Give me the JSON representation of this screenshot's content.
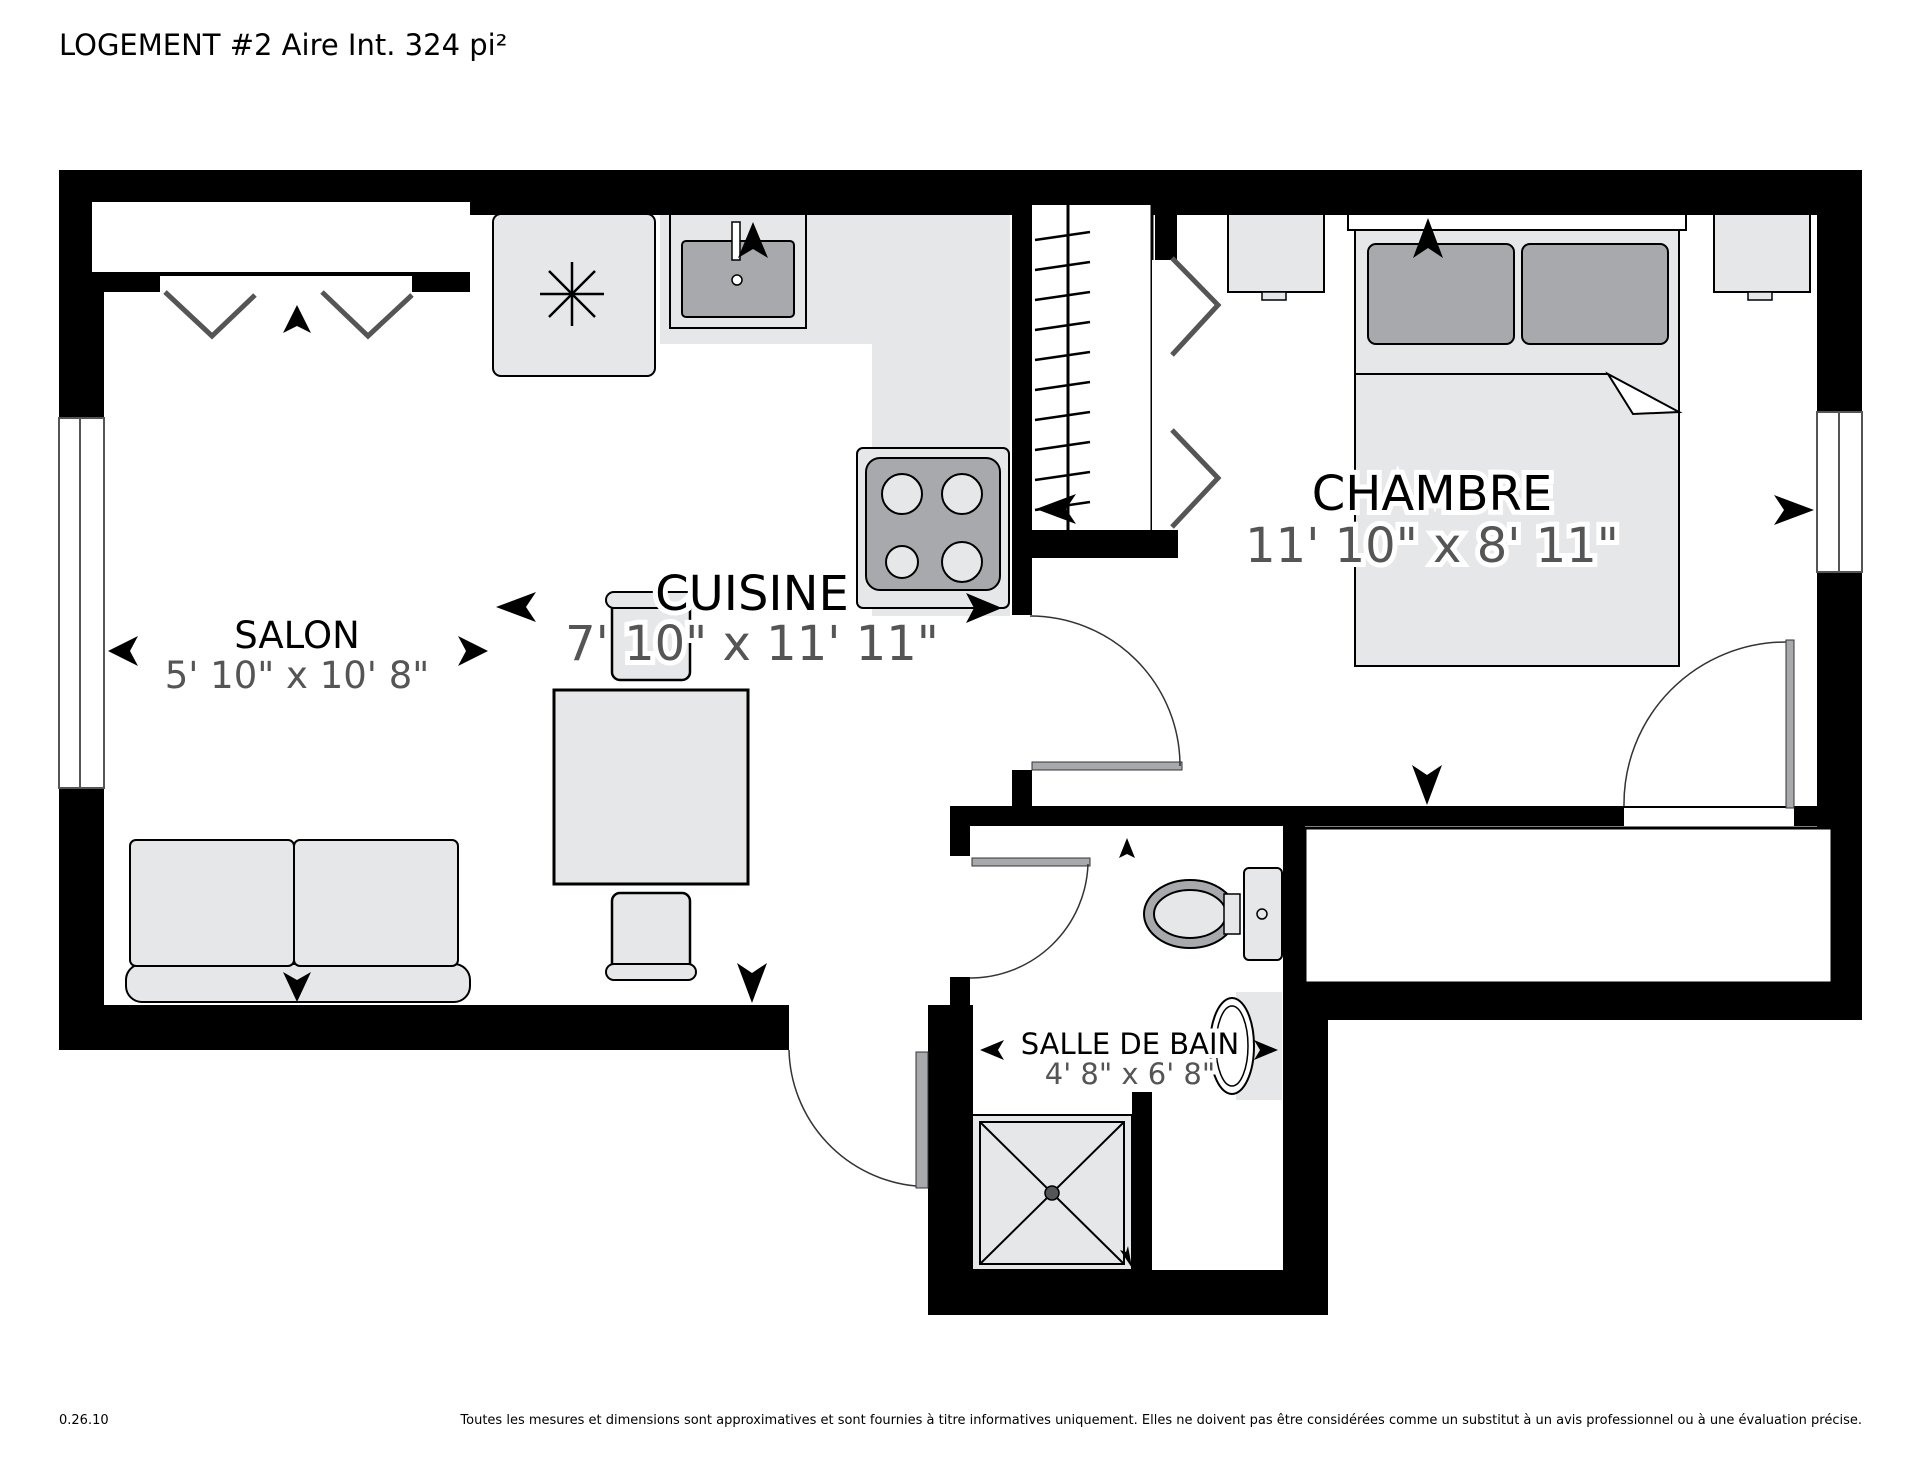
{
  "header": {
    "title": "LOGEMENT #2 Aire Int. 324 pi²"
  },
  "rooms": [
    {
      "id": "salon",
      "name": "SALON",
      "dims": "5' 10\" x 10' 8\""
    },
    {
      "id": "cuisine",
      "name": "CUISINE",
      "dims": "7' 10\" x 11' 11\""
    },
    {
      "id": "chambre",
      "name": "CHAMBRE",
      "dims": "11' 10\" x 8' 11\""
    },
    {
      "id": "salle-de-bain",
      "name": "SALLE DE BAIN",
      "dims": "4' 8\" x 6' 8\""
    }
  ],
  "footer": {
    "version": "0.26.10",
    "disclaimer": "Toutes les mesures et dimensions sont approximatives et sont fournies à titre informatives uniquement. Elles ne doivent pas être considérées comme un substitut à un avis professionnel ou à une évaluation précise."
  },
  "colors": {
    "wall": "#000000",
    "fixture_fill": "#a7a9ac",
    "floor_fill": "#e6e7e8",
    "room_dim_text": "#555555"
  }
}
